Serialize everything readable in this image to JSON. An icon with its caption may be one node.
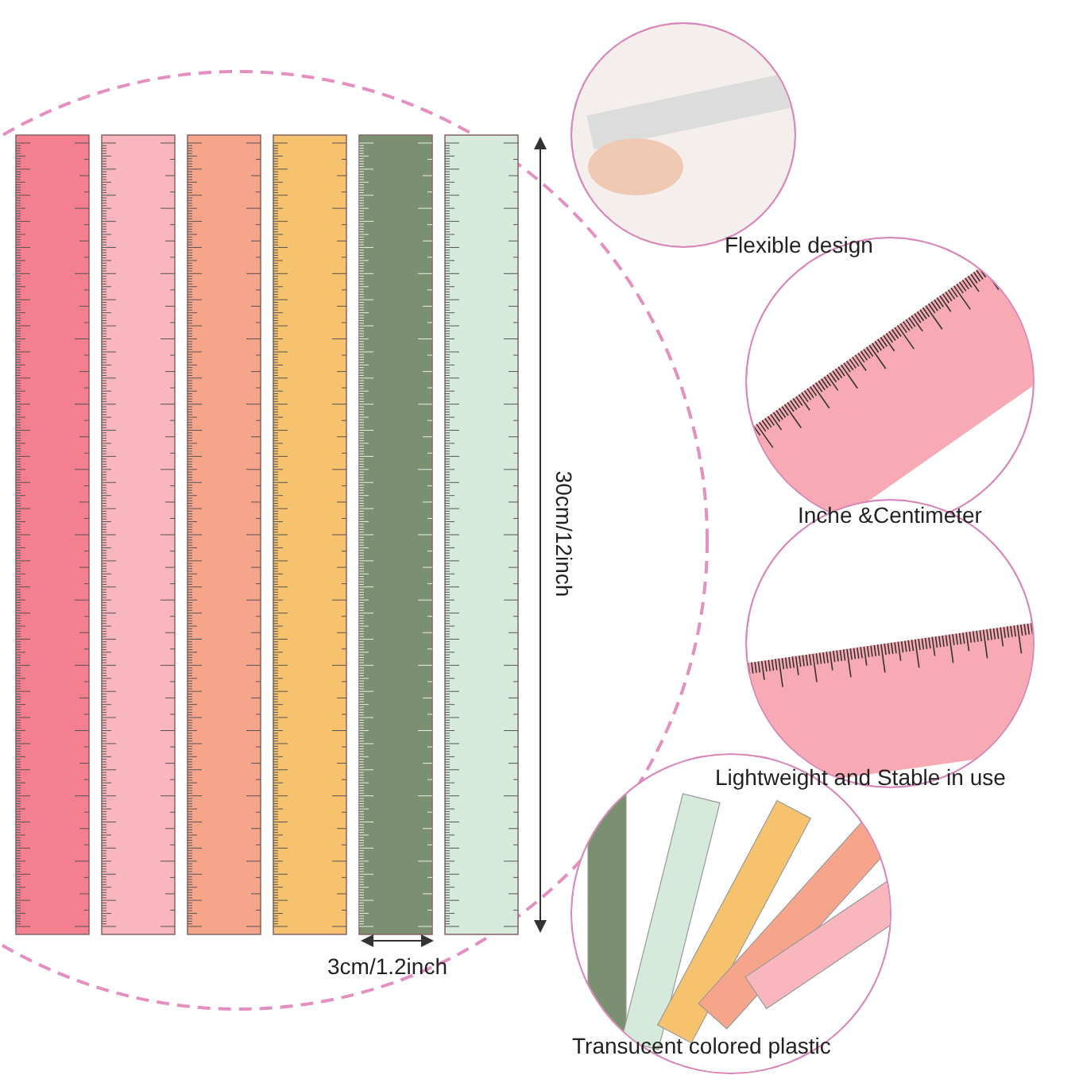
{
  "diagram": {
    "labels": [
      "30cm/12inch",
      "3cm/1.2inch",
      "Flexible design",
      "Inche &Centimeter",
      "Lightweight and Stable in use",
      "Transucent colored plastic"
    ]
  }
}
